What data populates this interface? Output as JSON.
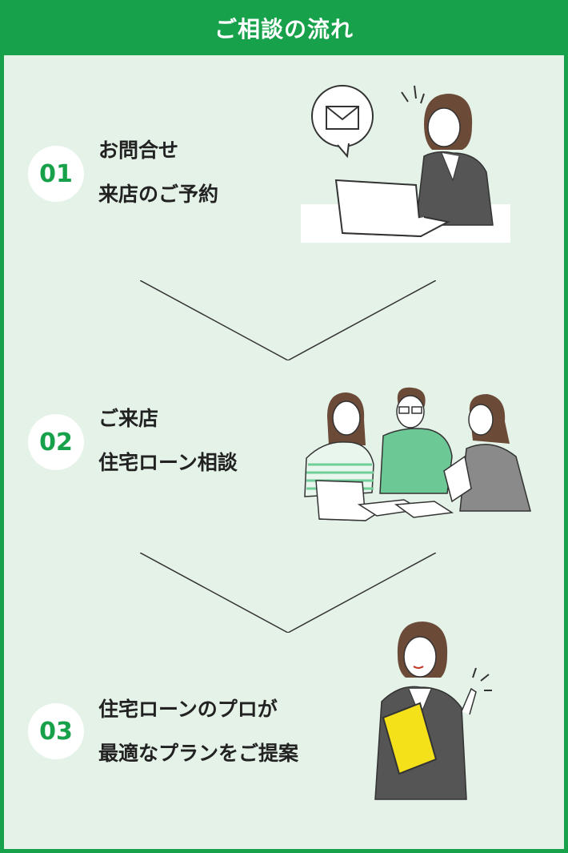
{
  "header": {
    "title": "ご相談の流れ"
  },
  "steps": [
    {
      "number": "01",
      "line1": "お問合せ",
      "line2": "来店のご予約",
      "illustration": "woman-with-laptop-email-icon"
    },
    {
      "number": "02",
      "line1": "ご来店",
      "line2": "住宅ローン相談",
      "illustration": "consultation-meeting-icon"
    },
    {
      "number": "03",
      "line1": "住宅ローンのプロが",
      "line2": "最適なプランをご提案",
      "illustration": "woman-with-folder-pointing-icon"
    }
  ],
  "colors": {
    "brand": "#17a14a",
    "background": "#e4f2e8",
    "text": "#222222"
  }
}
